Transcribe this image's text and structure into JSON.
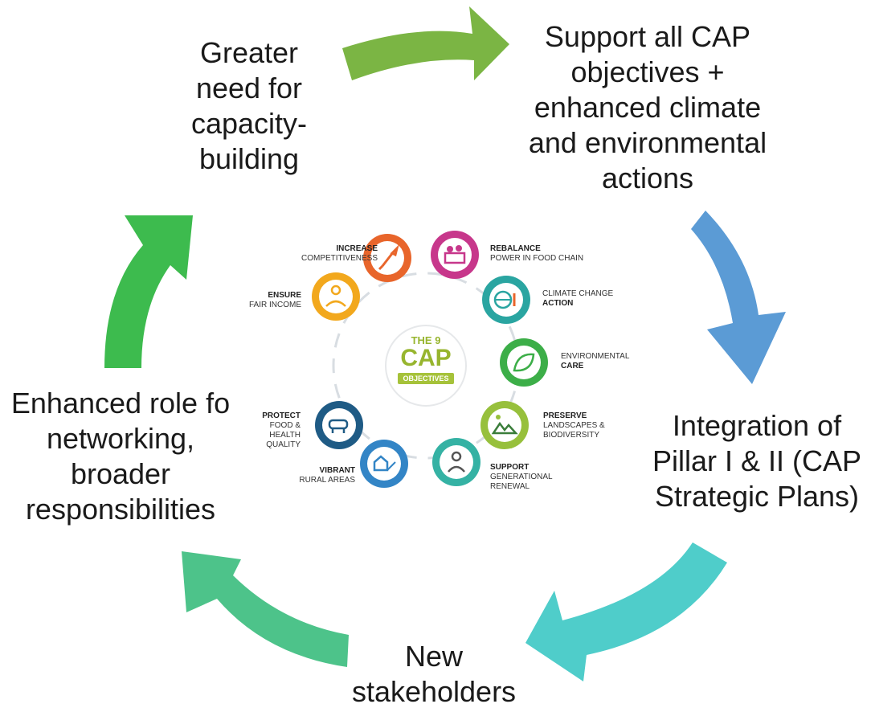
{
  "cycle": {
    "label_top_left": [
      "Greater",
      "need for",
      "capacity-",
      "building"
    ],
    "label_top_right": [
      "Support all CAP",
      "objectives +",
      "enhanced climate",
      "and environmental",
      "actions"
    ],
    "label_right": [
      "Integration of",
      "Pillar I & II (CAP",
      "Strategic Plans)"
    ],
    "label_bottom": [
      "New",
      "stakeholders"
    ],
    "label_left": [
      "Enhanced role fo",
      "networking,",
      "broader",
      "responsibilities"
    ],
    "arrow_colors": [
      "#7cb342",
      "#5b9bd5",
      "#4ecdc4",
      "#4bc48a",
      "#3fba4f"
    ]
  },
  "cap": {
    "center": {
      "line1": "THE 9",
      "line2": "CAP",
      "line3": "OBJECTIVES"
    },
    "objectives": [
      {
        "title": "INCREASE",
        "sub": "COMPETITIVENESS",
        "icon": "rocket-icon",
        "color": "#e8652b"
      },
      {
        "title": "REBALANCE",
        "sub": "POWER IN FOOD CHAIN",
        "icon": "food-basket-icon",
        "color": "#c7378b"
      },
      {
        "title": "ENSURE",
        "sub": "FAIR INCOME",
        "icon": "farmer-hands-icon",
        "color": "#f2a81d"
      },
      {
        "title": "CLIMATE CHANGE",
        "sub": "ACTION",
        "icon": "globe-thermometer-icon",
        "color": "#2aa5a1"
      },
      {
        "title": "ENVIRONMENTAL",
        "sub": "CARE",
        "icon": "leaf-icon",
        "color": "#3cae48"
      },
      {
        "title": "PROTECT",
        "sub": "FOOD & HEALTH QUALITY",
        "icon": "cow-icon",
        "color": "#1f5b85"
      },
      {
        "title": "PRESERVE",
        "sub": "LANDSCAPES & BIODIVERSITY",
        "icon": "landscape-icon",
        "color": "#97c03c"
      },
      {
        "title": "VIBRANT",
        "sub": "RURAL AREAS",
        "icon": "village-icon",
        "color": "#3385c6"
      },
      {
        "title": "SUPPORT",
        "sub": "GENERATIONAL RENEWAL",
        "icon": "young-farmer-icon",
        "color": "#35b2a4"
      }
    ]
  }
}
